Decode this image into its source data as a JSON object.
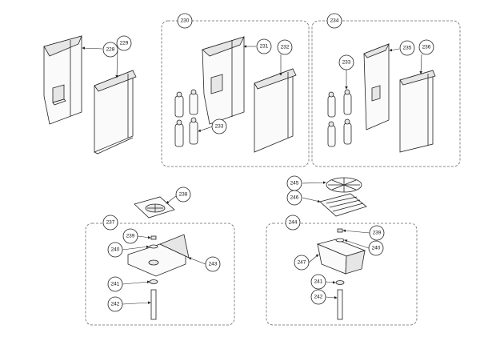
{
  "callouts": {
    "c228": "228",
    "c229": "229",
    "c230": "230",
    "c231": "231",
    "c232": "232",
    "c233a": "233",
    "c234": "234",
    "c233b": "233",
    "c235": "235",
    "c236": "236",
    "c237": "237",
    "c238": "238",
    "c239a": "239",
    "c240a": "240",
    "c241a": "241",
    "c242a": "242",
    "c243": "243",
    "c244": "244",
    "c245": "245",
    "c246": "246",
    "c247": "247",
    "c239b": "239",
    "c240b": "240",
    "c241b": "241",
    "c242b": "242"
  }
}
